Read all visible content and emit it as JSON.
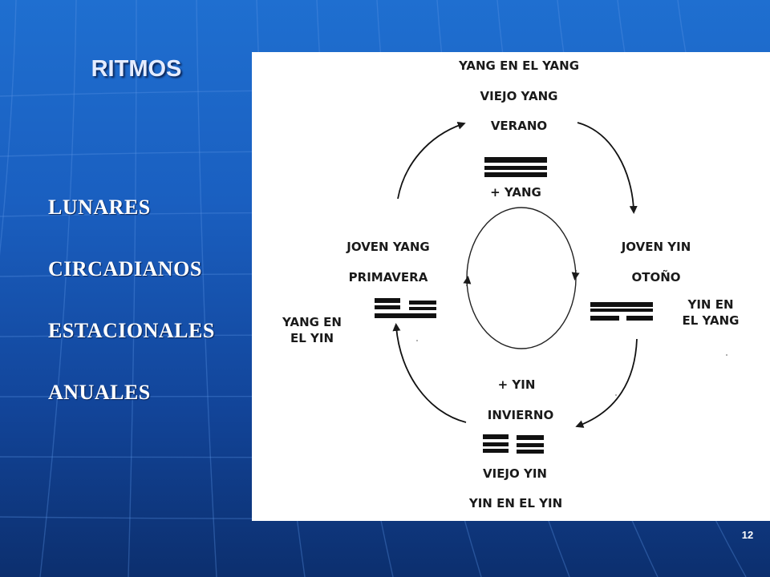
{
  "slide": {
    "title": "RITMOS",
    "items": [
      "LUNARES",
      "CIRCADIANOS",
      "ESTACIONALES",
      "ANUALES"
    ],
    "page_number": "12"
  },
  "diagram": {
    "top": [
      "YANG EN EL YANG",
      "VIEJO YANG",
      "VERANO",
      "+ YANG"
    ],
    "left": [
      "JOVEN YANG",
      "PRIMAVERA"
    ],
    "right": [
      "JOVEN YIN",
      "OTOÑO"
    ],
    "far_left": [
      "YANG EN",
      "EL YIN"
    ],
    "far_right": [
      "YIN EN",
      "EL YANG"
    ],
    "bottom": [
      "+ YIN",
      "INVIERNO",
      "VIEJO YIN",
      "YIN EN EL YIN"
    ]
  },
  "colors": {
    "background": "#1a5fc0",
    "panel": "#ffffff",
    "text": "#ffffff"
  }
}
